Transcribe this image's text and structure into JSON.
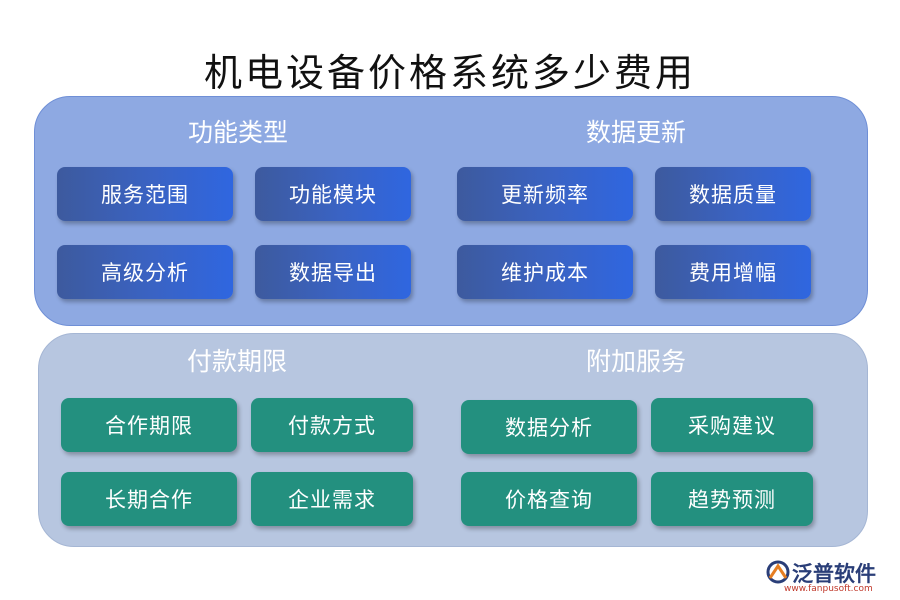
{
  "title": "机电设备价格系统多少费用",
  "top_panel": {
    "left_title": "功能类型",
    "right_title": "数据更新",
    "left_items": [
      "服务范围",
      "功能模块",
      "高级分析",
      "数据导出"
    ],
    "right_items": [
      "更新频率",
      "数据质量",
      "维护成本",
      "费用增幅"
    ]
  },
  "bottom_panel": {
    "left_title": "付款期限",
    "right_title": "附加服务",
    "left_items": [
      "合作期限",
      "付款方式",
      "长期合作",
      "企业需求"
    ],
    "right_items": [
      "数据分析",
      "采购建议",
      "价格查询",
      "趋势预测"
    ]
  },
  "logo": {
    "name": "泛普软件",
    "url": "www.fanpusoft.com"
  },
  "colors": {
    "top_panel": "#8ea9e2",
    "bottom_panel": "#b7c6e0",
    "blue_button": "#3a63c4",
    "teal_button": "#23907f"
  }
}
